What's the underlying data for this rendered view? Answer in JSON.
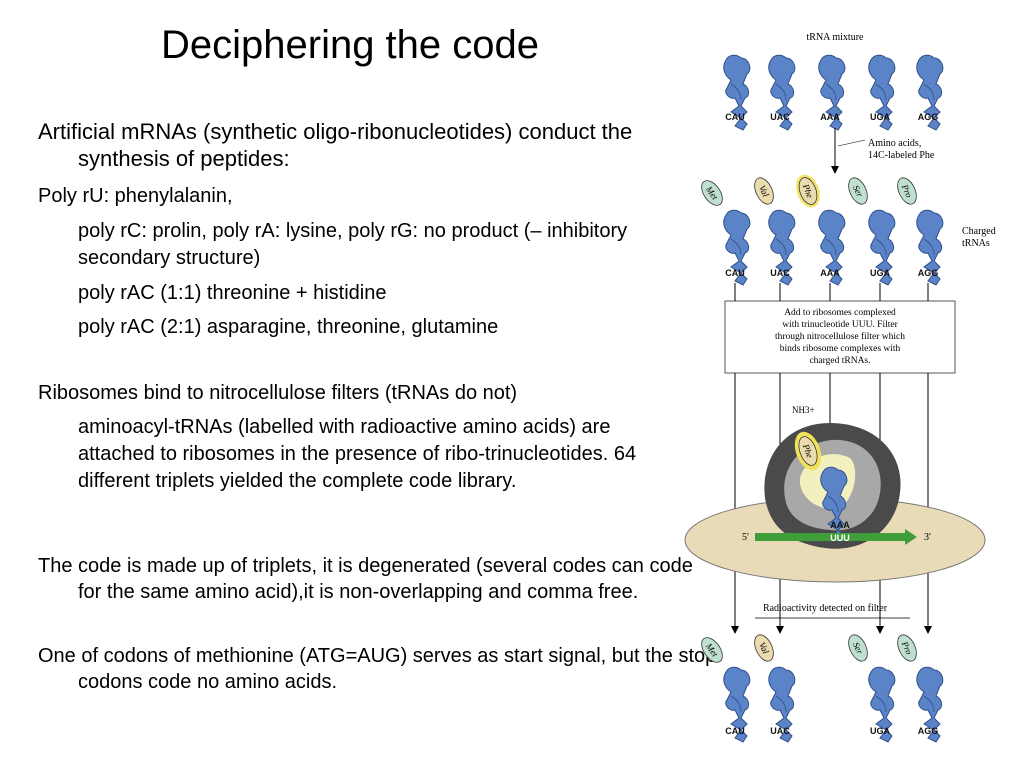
{
  "slide": {
    "title": "Deciphering the code",
    "paragraphs": [
      "Artificial mRNAs (synthetic oligo-ribonucleotides) conduct the synthesis of peptides:",
      "Poly rU: phenylalanin,",
      "poly rC: prolin, poly rA: lysine, poly rG: no product (– inhibitory secondary structure)",
      "poly rAC (1:1) threonine +  histidine",
      "poly rAC (2:1) asparagine, threonine, glutamine",
      "Ribosomes bind to nitrocellulose filters (tRNAs do not)",
      "aminoacyl-tRNAs (labelled with radioactive amino acids) are attached to ribosomes in the presence of ribo-trinucleotides. 64 different triplets yielded the complete code library.",
      "The code is made up of triplets, it is degenerated (several codes can code for the same amino acid),it is non-overlapping and comma free.",
      "One of codons of methionine (ATG=AUG) serves as start signal, but the stop codons code no amino acids."
    ]
  },
  "figure": {
    "header": "tRNA mixture",
    "codons": [
      "CAU",
      "UAC",
      "AAA",
      "UGA",
      "AGG"
    ],
    "amino_acids_label": [
      "Amino acids,",
      "14C-labeled Phe"
    ],
    "charged_amino_acids": [
      "Met",
      "Val",
      "Phe",
      "Ser",
      "Pro"
    ],
    "charged_trnas_label": [
      "Charged",
      "tRNAs"
    ],
    "box_text": [
      "Add to ribosomes complexed",
      "with trinucleotide UUU.  Filter",
      "through nitrocellulose filter which",
      "binds ribosome complexes with",
      "charged tRNAs."
    ],
    "nh3_label": "NH3+",
    "ribosome_aa": "Phe",
    "anticodon": "AAA",
    "mrna_codon": "UUU",
    "five_prime": "5'",
    "three_prime": "3'",
    "radioactivity_label": "Radioactivity detected on filter",
    "bottom_amino_acids": [
      "Met",
      "Val",
      "Ser",
      "Pro"
    ],
    "bottom_codons": [
      "CAU",
      "UAC",
      "UGA",
      "AGG"
    ],
    "colors": {
      "trna_blue": "#5b83c8",
      "trna_dark": "#2f4f8a",
      "phe_yellow": "#f1e25a",
      "met_green": "#bfe0cf",
      "val_tan": "#eadcae",
      "ribosome_dark": "#4a4a4a",
      "ribosome_light": "#a8a8a8",
      "filter_tan": "#eadbb8",
      "mrna_green": "#3f9e3a"
    }
  }
}
